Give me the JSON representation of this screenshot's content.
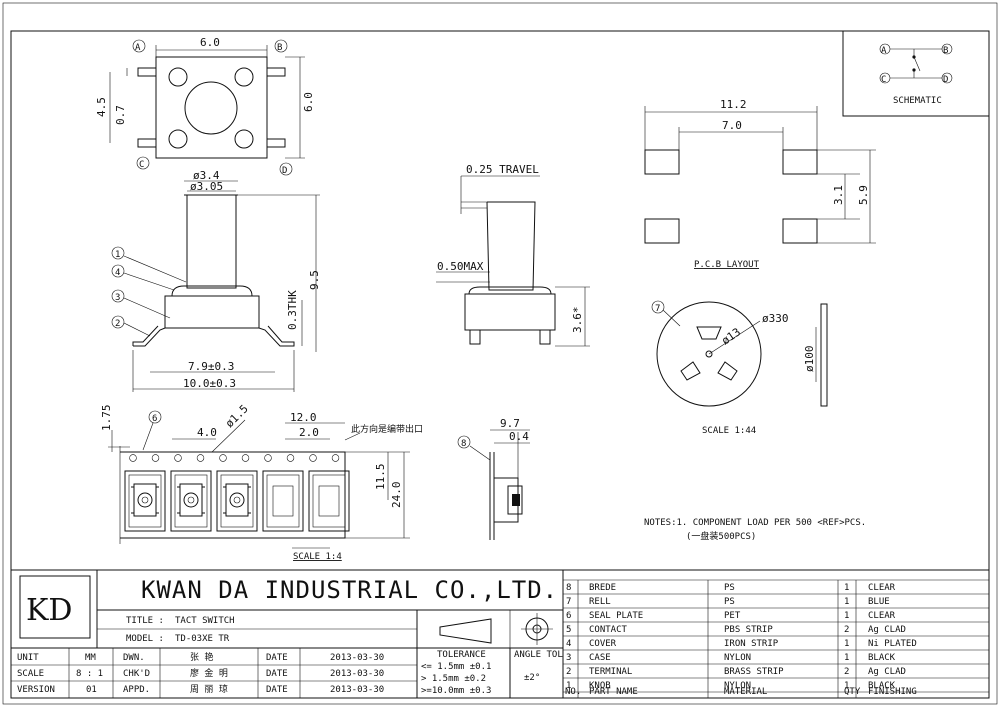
{
  "company": {
    "logo": "KD",
    "name": "KWAN DA INDUSTRIAL CO.,LTD."
  },
  "title_block": {
    "title_label": "TITLE :",
    "title_value": "TACT SWITCH",
    "model_label": "MODEL :",
    "model_value": "TD-03XE TR",
    "unit_label": "UNIT",
    "unit_value": "MM",
    "scale_label": "SCALE",
    "scale_value": "8 : 1",
    "version_label": "VERSION",
    "version_value": "01",
    "dwn_label": "DWN.",
    "dwn_value": "张 艳",
    "chkd_label": "CHK'D",
    "chkd_value": "廖 金 明",
    "appd_label": "APPD.",
    "appd_value": "周 丽 琼",
    "date_label": "DATE",
    "dates": [
      "2013-03-30",
      "2013-03-30",
      "2013-03-30"
    ],
    "tolerance_label": "TOLERANCE",
    "tolerances": [
      "<= 1.5mm ±0.1",
      "> 1.5mm ±0.2",
      ">=10.0mm ±0.3"
    ],
    "angle_label": "ANGLE TOL",
    "angle_value": "±2°"
  },
  "bom": {
    "rows": [
      {
        "no": "8",
        "part": "BREDE",
        "material": "PS",
        "qty": "1",
        "finish": "CLEAR"
      },
      {
        "no": "7",
        "part": "RELL",
        "material": "PS",
        "qty": "1",
        "finish": "BLUE"
      },
      {
        "no": "6",
        "part": "SEAL PLATE",
        "material": "PET",
        "qty": "1",
        "finish": "CLEAR"
      },
      {
        "no": "5",
        "part": "CONTACT",
        "material": "PBS STRIP",
        "qty": "2",
        "finish": "Ag CLAD"
      },
      {
        "no": "4",
        "part": "COVER",
        "material": "IRON STRIP",
        "qty": "1",
        "finish": "Ni PLATED"
      },
      {
        "no": "3",
        "part": "CASE",
        "material": "NYLON",
        "qty": "1",
        "finish": "BLACK"
      },
      {
        "no": "2",
        "part": "TERMINAL",
        "material": "BRASS STRIP",
        "qty": "2",
        "finish": "Ag CLAD"
      },
      {
        "no": "1",
        "part": "KNOB",
        "material": "NYLON",
        "qty": "1",
        "finish": "BLACK"
      }
    ],
    "headers": {
      "no": "NO.",
      "part": "PART  NAME",
      "material": "MATERIAL",
      "qty": "QTY",
      "finish": "FINISHING"
    }
  },
  "top_view": {
    "w": "6.0",
    "h": "6.0",
    "pitch": "4.5",
    "pin": "0.7",
    "labels": [
      "A",
      "B",
      "C",
      "D"
    ]
  },
  "side_view": {
    "d1": "ø3.4",
    "d2": "ø3.05",
    "h": "9.5",
    "thk": "0.3THK",
    "w1": "7.9±0.3",
    "w2": "10.0±0.3",
    "callouts": [
      "1",
      "4",
      "3",
      "2"
    ]
  },
  "travel_view": {
    "travel": "0.25 TRAVEL",
    "max": "0.50MAX",
    "h": "3.6*"
  },
  "pcb": {
    "w1": "11.2",
    "w2": "7.0",
    "h1": "3.1",
    "h2": "5.9",
    "label": "P.C.B LAYOUT"
  },
  "schematic": {
    "labels": [
      "A",
      "B",
      "C",
      "D"
    ],
    "label": "SCHEMATIC"
  },
  "reel": {
    "callout": "7",
    "d1": "ø330",
    "d2": "ø13",
    "d3": "ø100",
    "scale": "SCALE 1:44"
  },
  "tape": {
    "callout": "6",
    "callout2": "8",
    "a": "1.75",
    "b": "4.0",
    "c": "ø1.5",
    "d": "12.0",
    "e": "2.0",
    "f": "11.5",
    "g": "24.0",
    "h": "9.7",
    "i": "0.4",
    "direction": "此方向是编带出口",
    "scale": "SCALE 1:4"
  },
  "notes": {
    "line1": "NOTES:1. COMPONENT LOAD PER 500 <REF>PCS.",
    "line2": "(一盘装500PCS)"
  }
}
